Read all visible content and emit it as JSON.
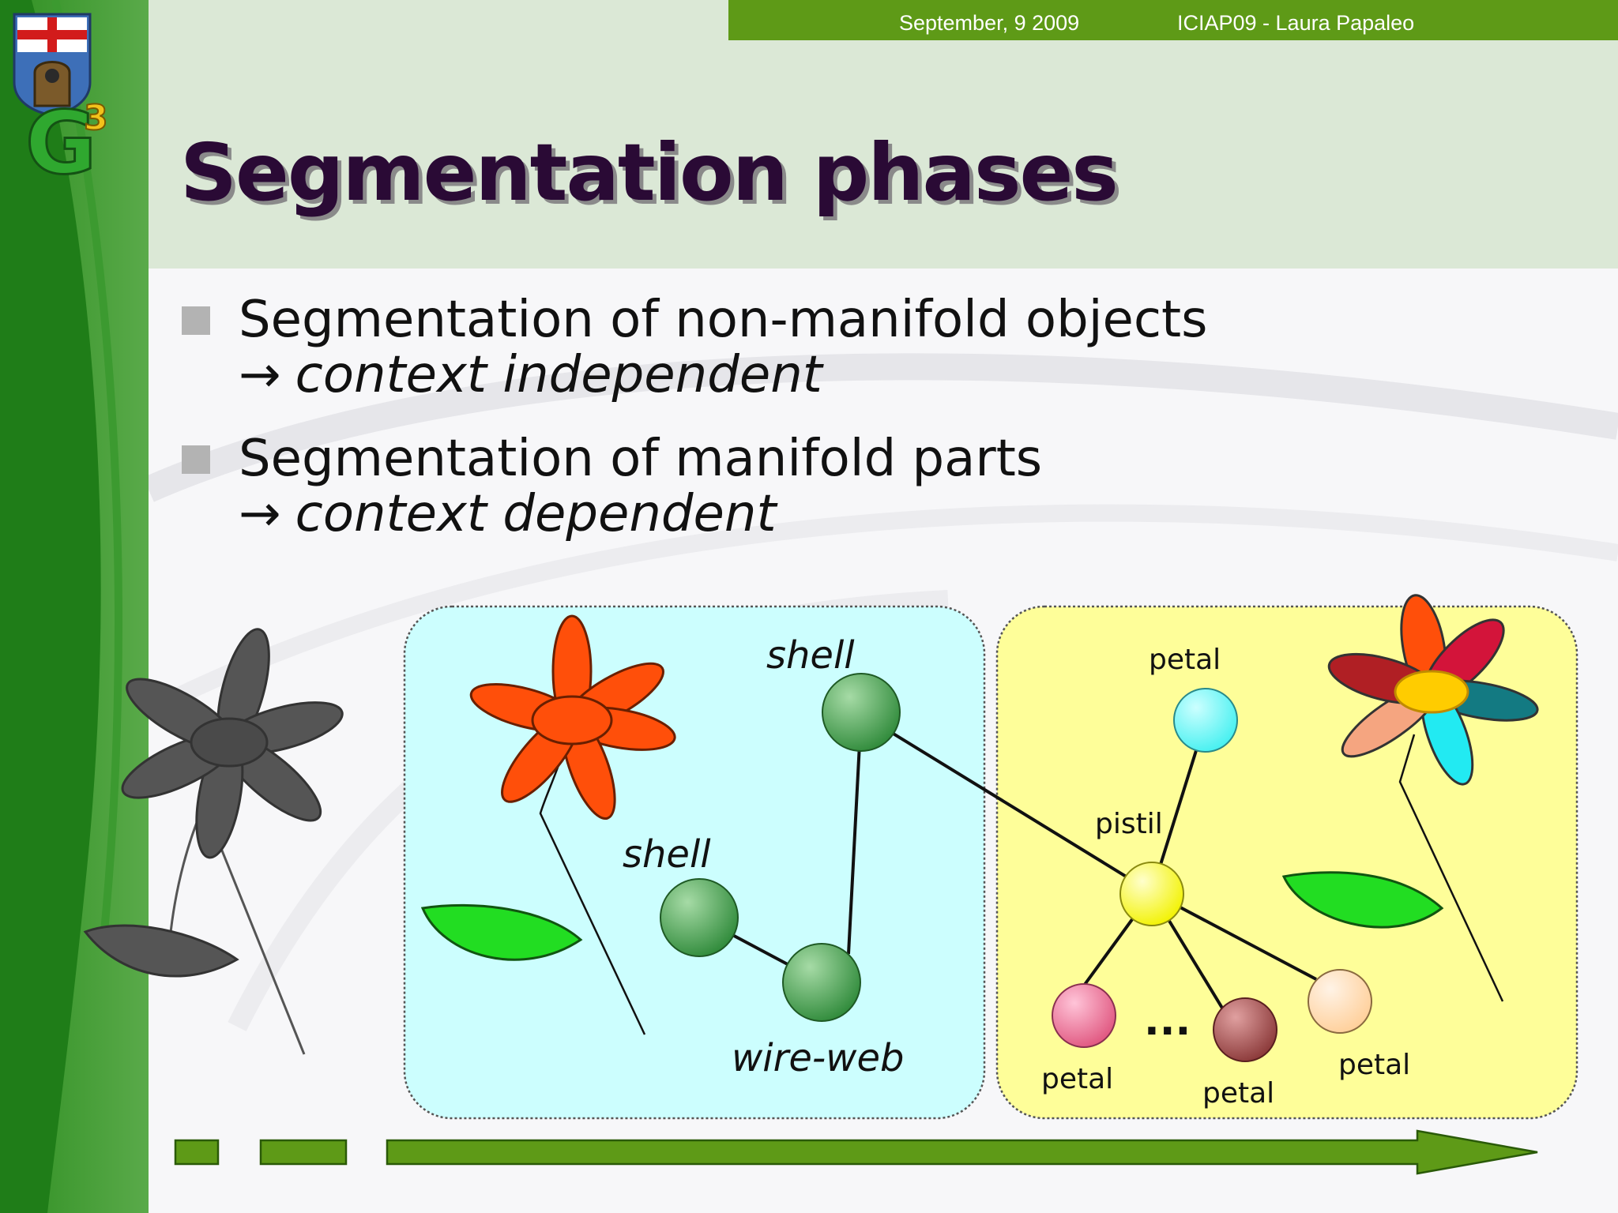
{
  "header": {
    "date": "September, 9 2009",
    "event": "ICIAP09 - Laura Papaleo"
  },
  "title": "Segmentation phases",
  "bullets": [
    {
      "text": "Segmentation of non-manifold objects",
      "arrow": "→",
      "sub": "context independent"
    },
    {
      "text": "Segmentation of manifold parts",
      "arrow": "→",
      "sub": "context dependent"
    }
  ],
  "diagram": {
    "left_panel": {
      "labels": {
        "shell_top": "shell",
        "shell_mid": "shell",
        "wire_web": "wire-web"
      }
    },
    "right_panel": {
      "labels": {
        "petal_top": "petal",
        "pistil": "pistil",
        "petal_left": "petal",
        "petal_mid": "petal",
        "petal_right": "petal",
        "ellipsis": "..."
      }
    }
  },
  "colors": {
    "accent_green": "#5e9a17",
    "title_color": "#2a0a35",
    "left_panel_fill": "#ccfefe",
    "right_panel_fill": "#fefe99",
    "shell_node": "#4aa84a",
    "pistil_node": "#ffff33",
    "petal_cyan": "#66ffff",
    "petal_pink": "#ee6f9a",
    "petal_brown": "#a05050",
    "petal_peach": "#ffd8a8",
    "flower_orange": "#ff4f0a",
    "leaf_green": "#22dd22",
    "grey_flower": "#555555"
  },
  "icons": [
    "university-crest-icon",
    "g3-logo-icon",
    "bullet-square-icon",
    "arrow-right-icon"
  ]
}
